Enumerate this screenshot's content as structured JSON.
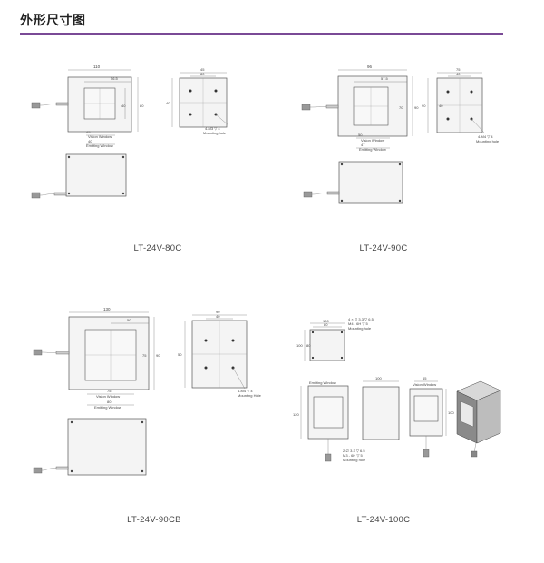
{
  "header": {
    "title": "外形尺寸图"
  },
  "colors": {
    "rule": "#7a4a96"
  },
  "models": [
    {
      "name": "LT-24V-80C",
      "dims": [
        "110",
        "56.5",
        "80",
        "40",
        "45",
        "80",
        "40",
        "4-M3 ▽ 4",
        "Mounting hole"
      ],
      "windows": [
        "45",
        "Vision Window",
        "40",
        "Emitting Window"
      ]
    },
    {
      "name": "LT-24V-90C",
      "dims": [
        "96",
        "57.5",
        "70",
        "40",
        "75",
        "90",
        "90",
        "40",
        "4-M4 ▽ 4",
        "Mounting hole"
      ],
      "windows": [
        "50",
        "Vision Window",
        "47",
        "Emitting Window",
        "Vision Window",
        "Emitting Window"
      ]
    },
    {
      "name": "LT-24V-90CB",
      "dims": [
        "130",
        "50",
        "90",
        "40",
        "75",
        "90",
        "50",
        "4-M4 ▽ 4",
        "Mounting Hole"
      ],
      "windows": [
        "75",
        "Vision Window",
        "80",
        "Emitting Window",
        "Vision Window",
        "Emitting Window"
      ]
    },
    {
      "name": "LT-24V-100C",
      "dims": [
        "100",
        "80",
        "4 × ∅ 3.3 ▽ 6.5",
        "M4 - 6H ▽ 5",
        "Mounting hole",
        "100",
        "80",
        "120",
        "100",
        "100",
        "65",
        "2-∅ 3.3 ▽ 6.5",
        "M3 - 6H ▽ 5",
        "Mounting hole"
      ],
      "windows": [
        "Emitting Window",
        "Vision Window"
      ]
    }
  ]
}
